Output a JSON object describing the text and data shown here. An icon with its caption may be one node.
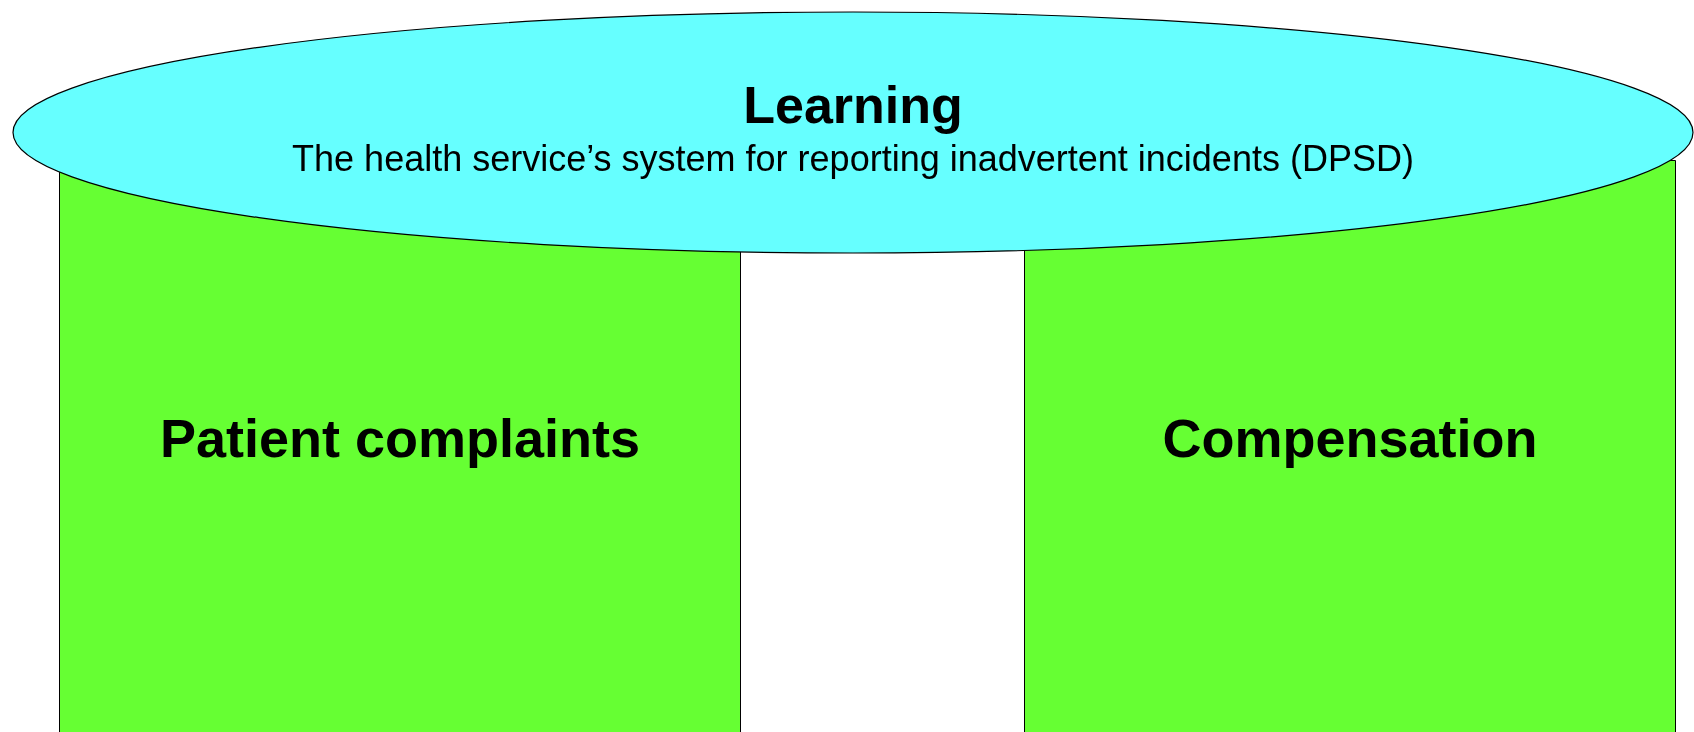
{
  "diagram": {
    "nodes": [
      {
        "text": [
          "Learning",
          "The health service’s system for reporting inadvertent incidents (DPSD)"
        ]
      },
      {
        "text": [
          "Patient complaints"
        ]
      },
      {
        "text": [
          "Compensation"
        ]
      }
    ]
  }
}
